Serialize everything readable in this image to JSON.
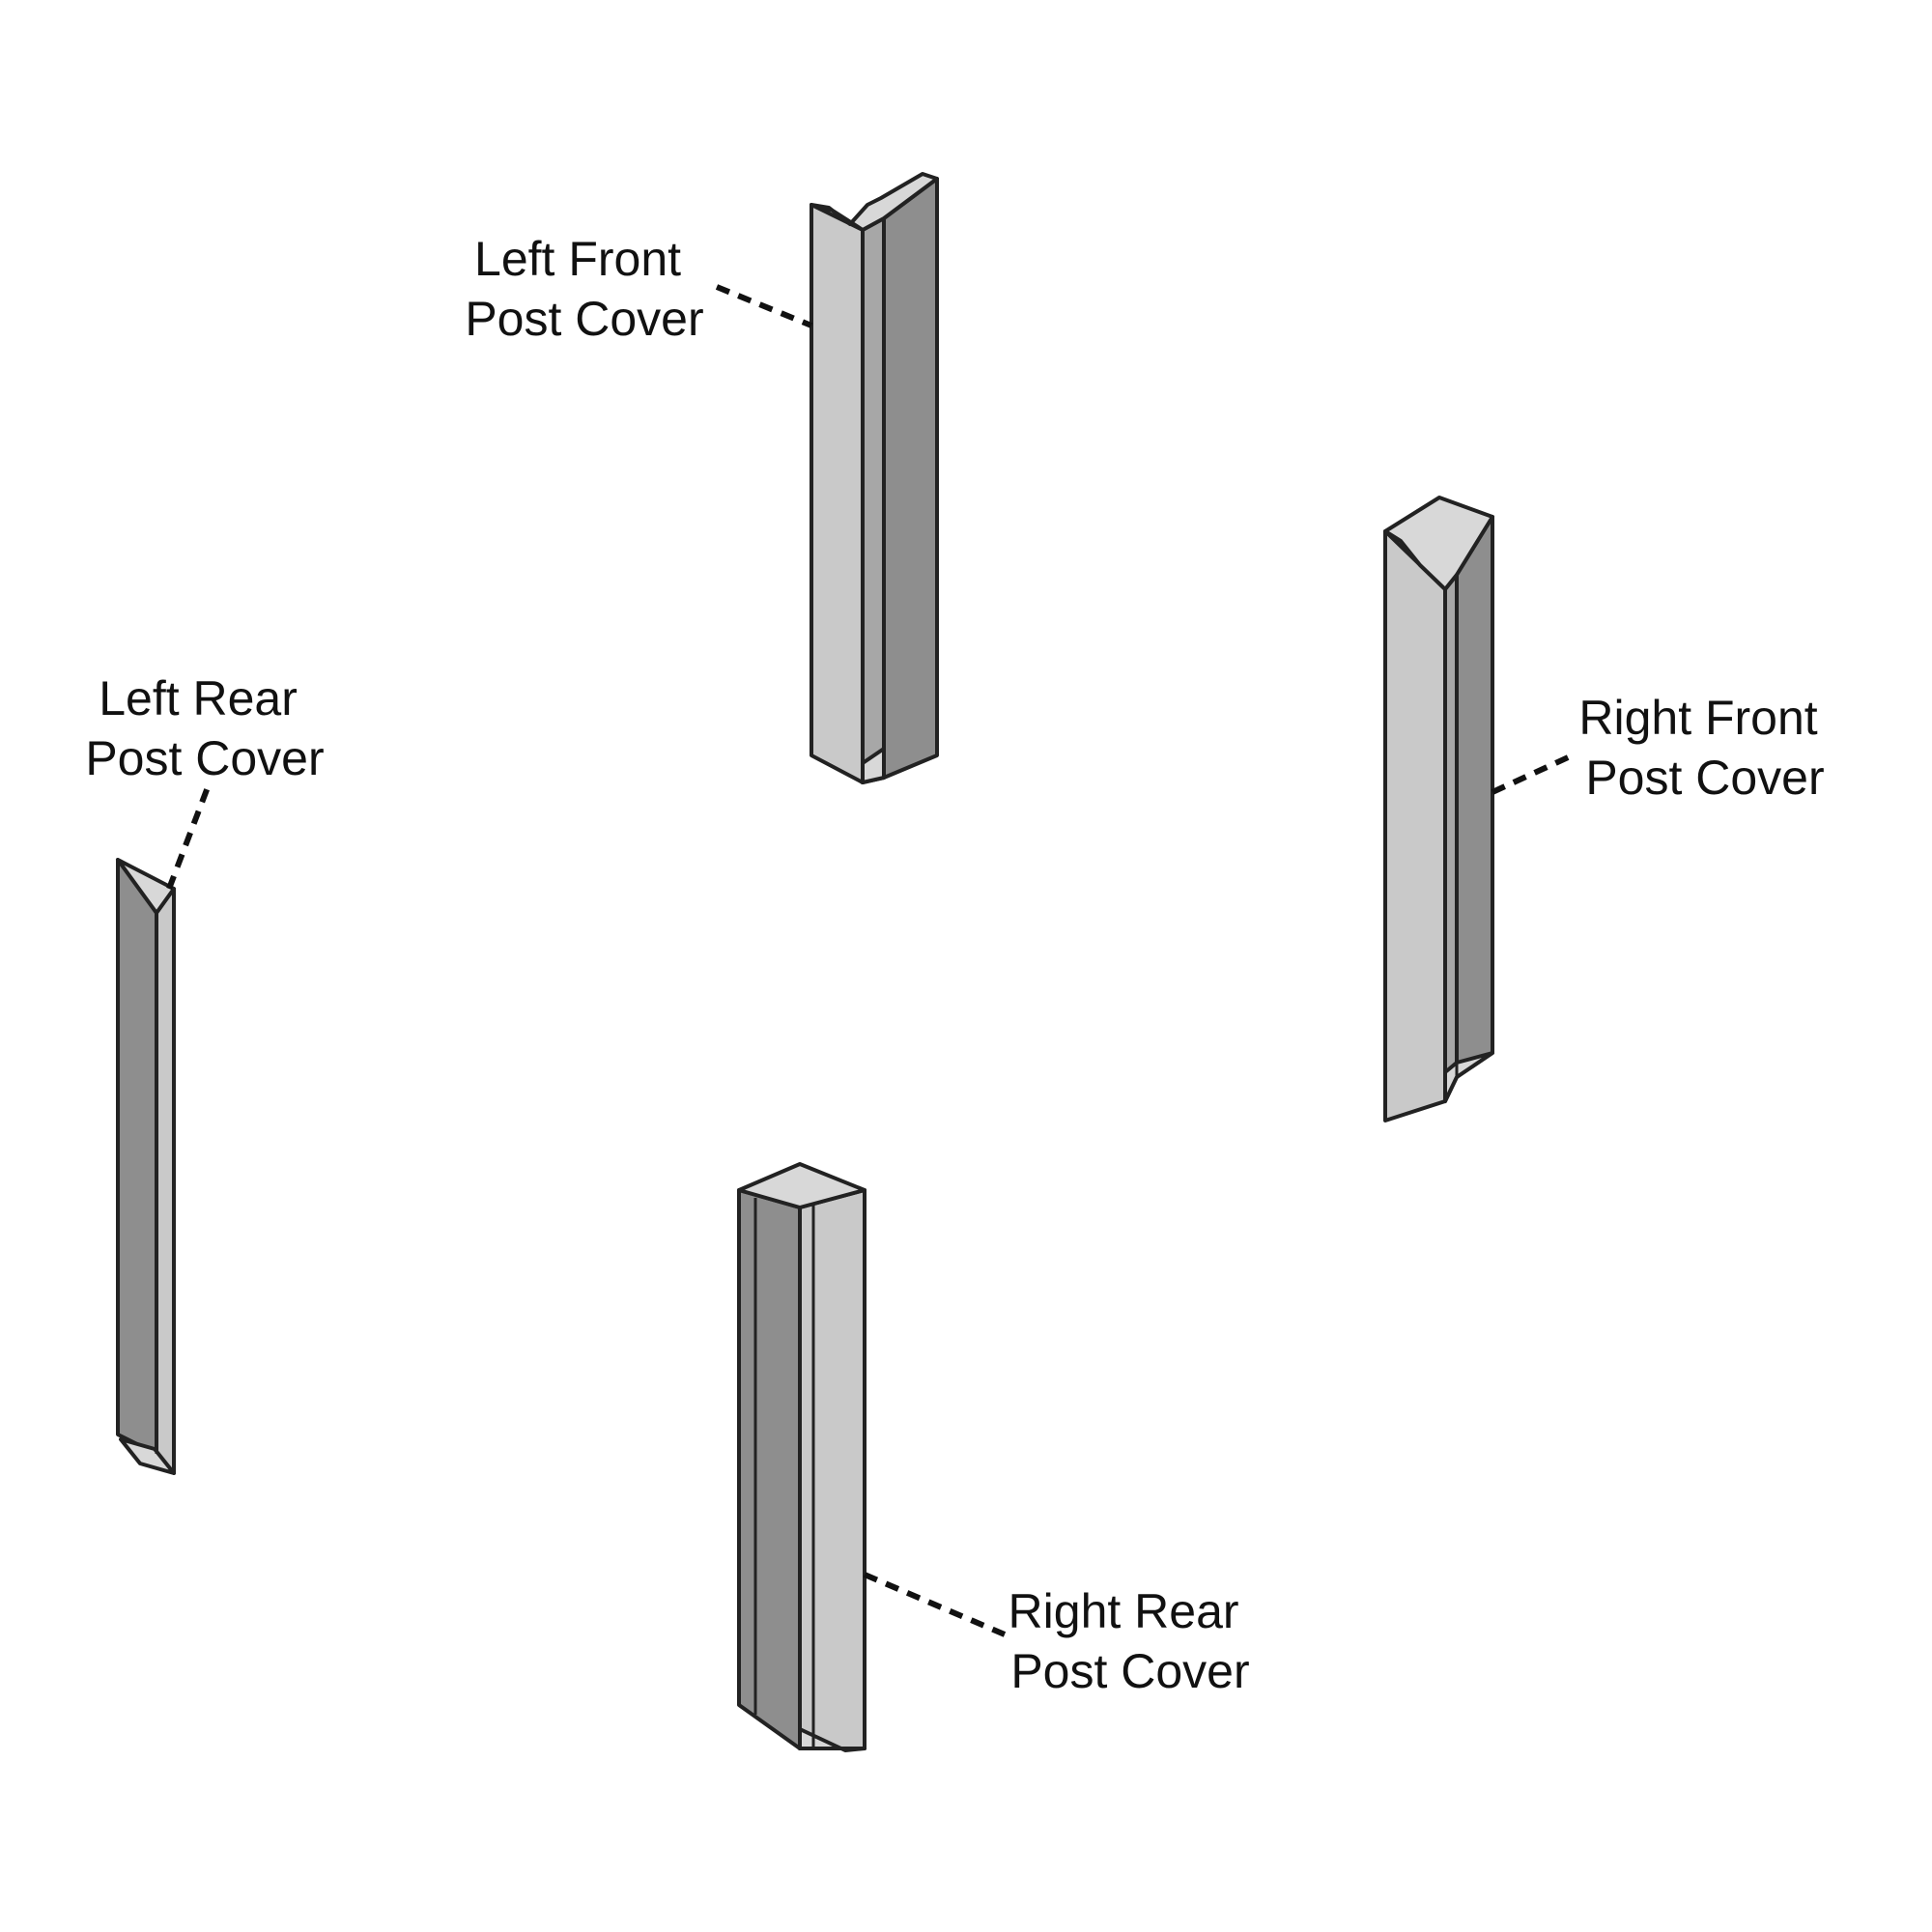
{
  "labels": {
    "left_front": {
      "line1": "Left Front",
      "line2": "Post Cover"
    },
    "right_front": {
      "line1": "Right Front",
      "line2": "Post Cover"
    },
    "left_rear": {
      "line1": "Left Rear",
      "line2": "Post Cover"
    },
    "right_rear": {
      "line1": "Right Rear",
      "line2": "Post Cover"
    }
  }
}
